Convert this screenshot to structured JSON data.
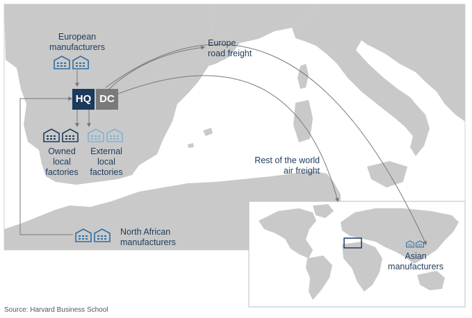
{
  "labels": {
    "european_manufacturers": [
      "European",
      "manufacturers"
    ],
    "europe_road_freight": [
      "Europe",
      "road freight"
    ],
    "owned_local_factories": [
      "Owned",
      "local",
      "factories"
    ],
    "external_local_factories": [
      "External",
      "local",
      "factories"
    ],
    "rest_of_world_air_freight": [
      "Rest of the world",
      "air freight"
    ],
    "north_african_manufacturers": [
      "North African",
      "manufacturers"
    ],
    "asian_manufacturers": [
      "Asian",
      "manufacturers"
    ]
  },
  "boxes": {
    "hq": "HQ",
    "dc": "DC"
  },
  "source": "Source: Harvard Business School",
  "colors": {
    "land": "#c9c9c9",
    "sea": "#ffffff",
    "hq_box": "#1b3a5c",
    "dc_box": "#7a7a7a",
    "factory_dark": "#1b3a5c",
    "factory_light": "#7fb2d6",
    "factory_mid": "#2e6da4",
    "arrow": "#777777"
  },
  "icons": [
    "factory-icon"
  ]
}
